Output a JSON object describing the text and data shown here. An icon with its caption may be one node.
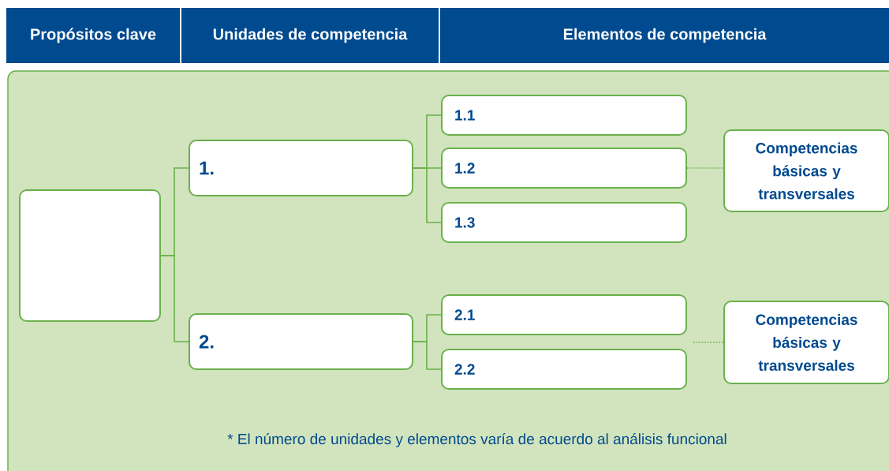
{
  "diagram": {
    "nodes": [
      {
        "text": [
          "Propósitos clave"
        ]
      },
      {
        "text": [
          "Unidades de competencia"
        ]
      },
      {
        "text": [
          "Elementos de competencia"
        ]
      },
      {
        "text": [],
        "shape": "box"
      },
      {
        "text": [
          "1."
        ]
      },
      {
        "text": [
          "2."
        ]
      },
      {
        "text": [
          "1.1"
        ]
      },
      {
        "text": [
          "1.2"
        ]
      },
      {
        "text": [
          "1.3"
        ]
      },
      {
        "text": [
          "2.1"
        ]
      },
      {
        "text": [
          "2.2"
        ]
      },
      {
        "text": [
          "Competencias básicas y transversales"
        ]
      },
      {
        "text": [
          "Competencias básicas y transversales"
        ]
      }
    ],
    "edges": [
      {
        "from": 3,
        "to": 4,
        "arrow": "none"
      },
      {
        "from": 3,
        "to": 5,
        "arrow": "none"
      },
      {
        "from": 4,
        "to": 6,
        "arrow": "none"
      },
      {
        "from": 4,
        "to": 7,
        "arrow": "none"
      },
      {
        "from": 4,
        "to": 8,
        "arrow": "none"
      },
      {
        "from": 5,
        "to": 9,
        "arrow": "none"
      },
      {
        "from": 5,
        "to": 10,
        "arrow": "none"
      },
      {
        "from": 7,
        "to": 11,
        "arrow": "none",
        "style": "dashed"
      },
      {
        "from": null,
        "to": 12,
        "arrow": "none",
        "style": "dashed"
      }
    ],
    "labels": [
      "* El número de unidades y elementos varía de acuerdo al análisis funcional"
    ]
  }
}
